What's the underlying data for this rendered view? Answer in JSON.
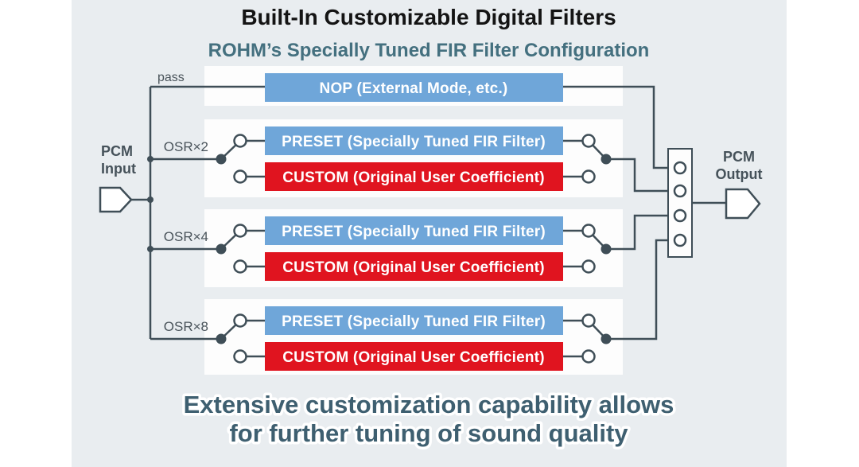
{
  "colors": {
    "panel_bg": "#e9edf0",
    "strip_bg": "#fdfdfd",
    "preset_blue": "#6fa6d9",
    "custom_red": "#e0141f",
    "wire": "#3f4e57"
  },
  "header": {
    "title": "Built-In Customizable Digital Filters",
    "subtitle": "ROHM’s Specially Tuned FIR Filter Configuration"
  },
  "labels": {
    "pass": "pass",
    "input_line1": "PCM",
    "input_line2": "Input",
    "output_line1": "PCM",
    "output_line2": "Output"
  },
  "nop": {
    "label": "NOP (External Mode, etc.)"
  },
  "branches": [
    {
      "osr": "OSR×2",
      "preset": "PRESET (Specially Tuned FIR Filter)",
      "custom": "CUSTOM (Original User Coefficient)"
    },
    {
      "osr": "OSR×4",
      "preset": "PRESET (Specially Tuned FIR Filter)",
      "custom": "CUSTOM (Original User Coefficient)"
    },
    {
      "osr": "OSR×8",
      "preset": "PRESET (Specially Tuned FIR Filter)",
      "custom": "CUSTOM (Original User Coefficient)"
    }
  ],
  "caption": {
    "line1": "Extensive customization capability allows",
    "line2": "for further tuning of sound quality"
  }
}
